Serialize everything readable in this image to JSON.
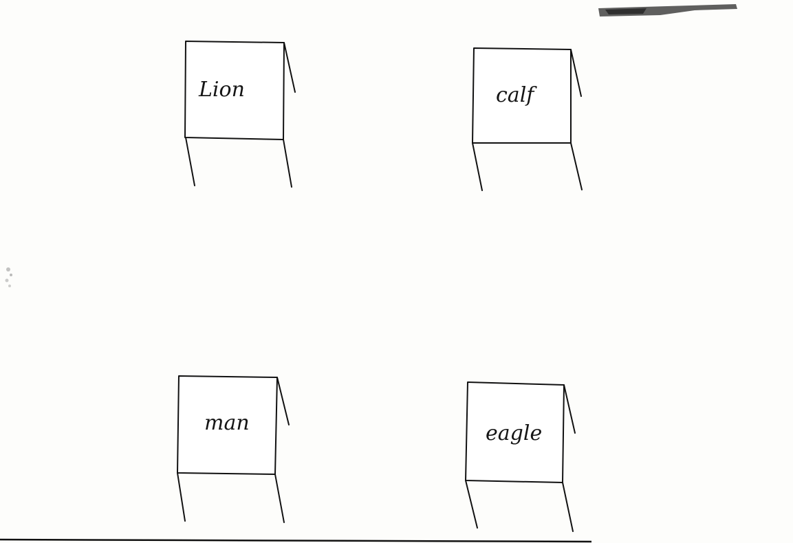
{
  "colors": {
    "ink": "#111111",
    "paper": "#fdfdfb"
  },
  "boxes": [
    {
      "label": "Lion"
    },
    {
      "label": "calf"
    },
    {
      "label": "man"
    },
    {
      "label": "eagle"
    }
  ]
}
